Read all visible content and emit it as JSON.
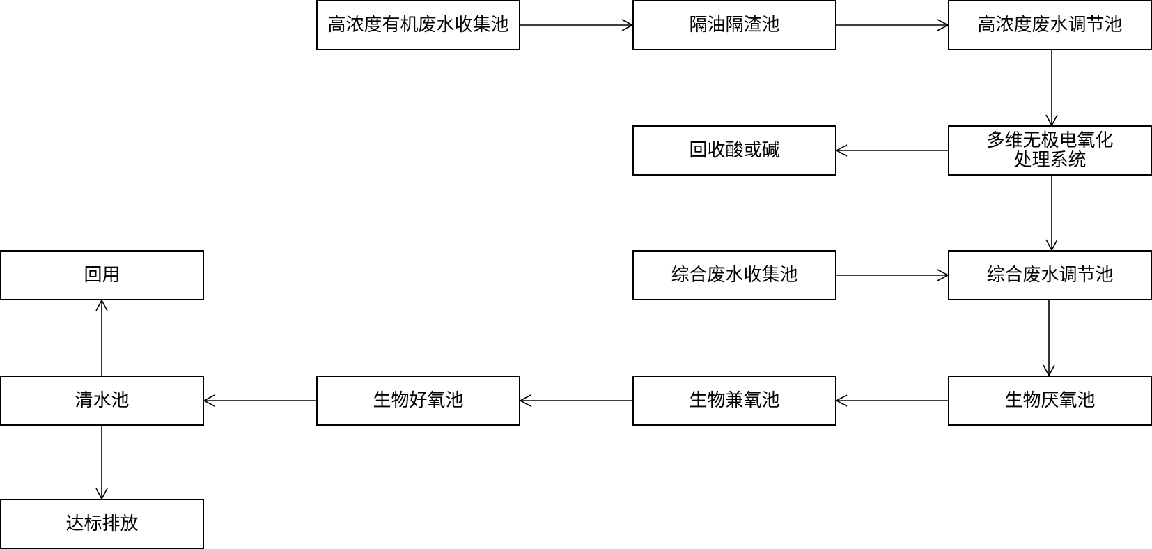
{
  "nodes": {
    "high_conc_collection": "高浓度有机废水收集池",
    "oil_slag_separation": "隔油隔渣池",
    "high_conc_regulating": "高浓度废水调节池",
    "recover_acid_base": "回收酸或碱",
    "electro_oxidation": "多维无极电氧化\n处理系统",
    "combined_collection": "综合废水收集池",
    "combined_regulating": "综合废水调节池",
    "reuse": "回用",
    "clear_water": "清水池",
    "aerobic": "生物好氧池",
    "facultative": "生物兼氧池",
    "anaerobic": "生物厌氧池",
    "compliant_discharge": "达标排放"
  },
  "edges": [
    {
      "from": "high_conc_collection",
      "to": "oil_slag_separation"
    },
    {
      "from": "oil_slag_separation",
      "to": "high_conc_regulating"
    },
    {
      "from": "high_conc_regulating",
      "to": "electro_oxidation"
    },
    {
      "from": "electro_oxidation",
      "to": "recover_acid_base"
    },
    {
      "from": "electro_oxidation",
      "to": "combined_regulating"
    },
    {
      "from": "combined_collection",
      "to": "combined_regulating"
    },
    {
      "from": "combined_regulating",
      "to": "anaerobic"
    },
    {
      "from": "anaerobic",
      "to": "facultative"
    },
    {
      "from": "facultative",
      "to": "aerobic"
    },
    {
      "from": "aerobic",
      "to": "clear_water"
    },
    {
      "from": "clear_water",
      "to": "reuse"
    },
    {
      "from": "clear_water",
      "to": "compliant_discharge"
    }
  ]
}
